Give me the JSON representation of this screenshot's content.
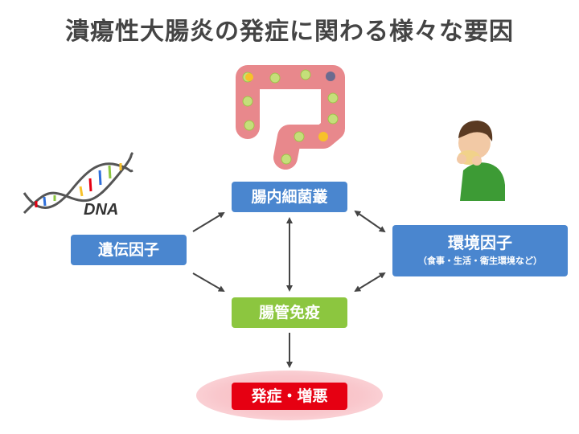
{
  "title": "潰瘍性大腸炎の発症に関わる様々な要因",
  "nodes": {
    "gut_flora": "腸内細菌叢",
    "genetic": "遺伝因子",
    "environment": "環境因子",
    "environment_detail": "（食事・生活・衛生環境など）",
    "immunity": "腸管免疫",
    "onset": "発症・増悪"
  },
  "dna_label": "DNA",
  "colors": {
    "title": "#444444",
    "box_blue": "#4a86cf",
    "box_green": "#8cc63f",
    "box_red": "#e60012",
    "onset_ellipse": "#f9c7cc",
    "intestine": "#e8888c",
    "arrow": "#444444"
  },
  "icons": [
    "intestine-icon",
    "dna-icon",
    "eating-person-icon"
  ]
}
